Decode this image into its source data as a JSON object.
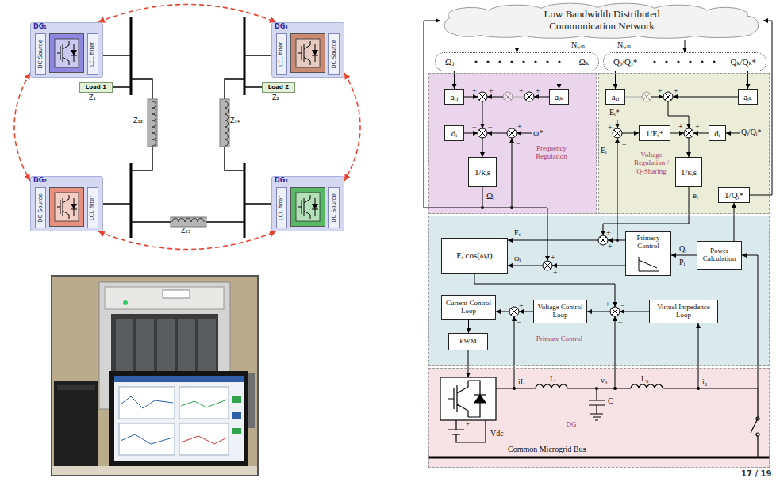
{
  "diagram": {
    "nodes": [
      {
        "text": [
          "DG₁"
        ]
      },
      {
        "text": [
          "DC Source"
        ],
        "in": 0
      },
      {
        "text": [
          "LCL filter"
        ],
        "in": 0
      },
      {
        "text": [
          "DG₄"
        ]
      },
      {
        "text": [
          "LCL filter"
        ],
        "in": 3
      },
      {
        "text": [
          "DC Source"
        ],
        "in": 3
      },
      {
        "text": [
          "Load 1"
        ]
      },
      {
        "text": [
          "Load 2"
        ]
      },
      {
        "text": [
          "DG₂"
        ]
      },
      {
        "text": [
          "DC Source"
        ],
        "in": 8
      },
      {
        "text": [
          "LCL filter"
        ],
        "in": 8
      },
      {
        "text": [
          "DG₃"
        ]
      },
      {
        "text": [
          "LCL filter"
        ],
        "in": 11
      },
      {
        "text": [
          "DC Source"
        ],
        "in": 11
      },
      {
        "text": [
          "Low Bandwidth Distributed Communication Network"
        ]
      },
      {
        "text": [
          "Ωⱼ",
          "Ωₖ"
        ]
      },
      {
        "text": [
          "Qⱼ/Qⱼ*",
          "Qₖ/Qₖ*"
        ]
      },
      {
        "text": [
          "Frequency Regulation"
        ]
      },
      {
        "text": [
          "aᵢⱼ"
        ],
        "in": 17
      },
      {
        "text": [
          "aᵢₖ"
        ],
        "in": 17
      },
      {
        "text": [
          "dᵢ"
        ],
        "in": 17
      },
      {
        "text": [
          "1/kᵢs"
        ],
        "in": 17
      },
      {
        "text": [
          "Voltage Regulation / Q-Sharing"
        ]
      },
      {
        "text": [
          "aᵢⱼ"
        ],
        "in": 22
      },
      {
        "text": [
          "aᵢₖ"
        ],
        "in": 22
      },
      {
        "text": [
          "1/Eᵢ*"
        ],
        "in": 22
      },
      {
        "text": [
          "dᵢ"
        ],
        "in": 22
      },
      {
        "text": [
          "1/κᵢs"
        ],
        "in": 22
      },
      {
        "text": [
          "1/Qᵢ*"
        ],
        "in": 22
      },
      {
        "text": [
          "Primary Control"
        ]
      },
      {
        "text": [
          "Eᵢ cos(ωᵢt)"
        ],
        "in": 29
      },
      {
        "text": [
          "Primary Control"
        ],
        "in": 29
      },
      {
        "text": [
          "Power Calculation"
        ],
        "in": 29
      },
      {
        "text": [
          "Current Control Loop"
        ],
        "in": 29
      },
      {
        "text": [
          "Voltage Control Loop"
        ],
        "in": 29
      },
      {
        "text": [
          "Virtual Impedance Loop"
        ],
        "in": 29
      },
      {
        "text": [
          "PWM"
        ],
        "in": 29
      },
      {
        "text": [
          "DG"
        ]
      }
    ],
    "edges": [
      {
        "from": 0,
        "to": 3,
        "arrow": "both"
      },
      {
        "from": 0,
        "to": 8,
        "arrow": "both"
      },
      {
        "from": 3,
        "to": 11,
        "arrow": "both"
      },
      {
        "from": 8,
        "to": 11,
        "arrow": "both"
      },
      {
        "from": 14,
        "to": 15,
        "arrow": "to"
      },
      {
        "from": 14,
        "to": 16,
        "arrow": "to"
      },
      {
        "from": 15,
        "to": 18,
        "arrow": "to"
      },
      {
        "from": 15,
        "to": 19,
        "arrow": "to"
      },
      {
        "from": 16,
        "to": 23,
        "arrow": "to"
      },
      {
        "from": 16,
        "to": 24,
        "arrow": "to"
      },
      {
        "from": 28,
        "to": 14,
        "arrow": "to"
      },
      {
        "from": 32,
        "to": 31,
        "arrow": "to"
      },
      {
        "from": 33,
        "to": 36,
        "arrow": "to"
      }
    ],
    "labels": [
      "Z₁",
      "Z₂",
      "Z₁₂",
      "Z₃₄",
      "Z₂₃",
      "Nᵢ,ᵢₙ",
      "Nᵢ,ᵢₙ",
      "Ωᵢ",
      "ω*",
      "Eᵢ*",
      "Eᵢ",
      "Qᵢ/Qᵢ*",
      "eᵢ",
      "Eᵢ",
      "ωᵢ",
      "Qᵢ",
      "Pᵢ",
      "iL",
      "L",
      "v₀",
      "C",
      "L₀",
      "i₀",
      "+",
      "Vdc",
      "Common Microgrid Bus",
      "17 / 19",
      "+",
      "+",
      "+",
      "+",
      "−",
      "−",
      "+",
      "−",
      "+",
      "+",
      "+",
      "−",
      "+",
      "+",
      "+",
      "+",
      "+",
      "+",
      "+",
      "−",
      "−",
      "+",
      "−"
    ]
  }
}
